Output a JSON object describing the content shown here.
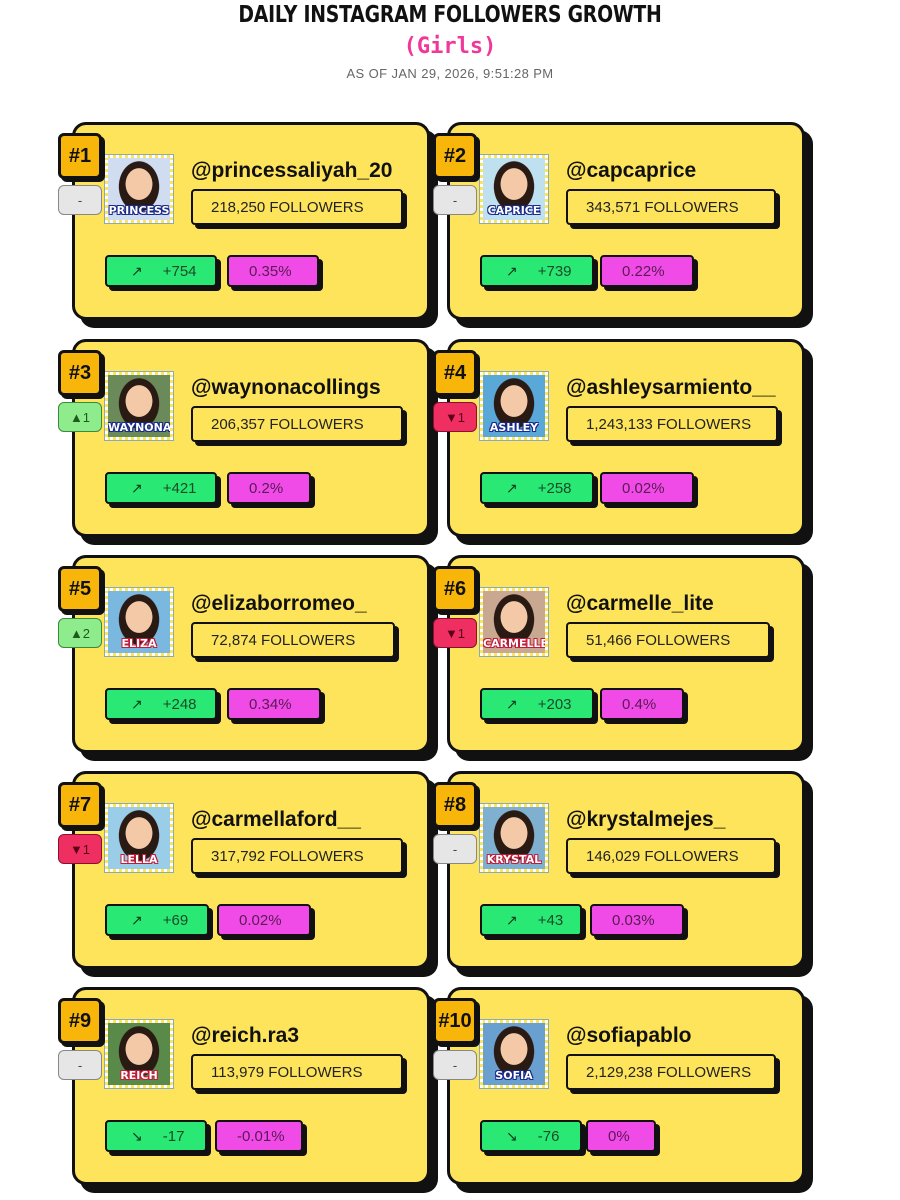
{
  "header": {
    "title": "DAILY INSTAGRAM FOLLOWERS GROWTH",
    "subtitle": "(Girls)",
    "as_of": "AS OF JAN 29, 2026, 9:51:28 PM"
  },
  "cards": [
    {
      "rank": "#1",
      "change": "-",
      "change_type": "none",
      "handle": "@princessaliyah_20",
      "followers": "218,250 FOLLOWERS",
      "gain": "+754",
      "trend_icon": "trending-up-icon",
      "trend_glyph": "↗",
      "pct": "0.35%",
      "avatar_label": "PRINCESS",
      "avatar_color": "#d0dcef"
    },
    {
      "rank": "#2",
      "change": "-",
      "change_type": "none",
      "handle": "@capcaprice",
      "followers": "343,571 FOLLOWERS",
      "gain": "+739",
      "trend_icon": "trending-up-icon",
      "trend_glyph": "↗",
      "pct": "0.22%",
      "avatar_label": "CAPRICE",
      "avatar_color": "#bfe0ee"
    },
    {
      "rank": "#3",
      "change": "▲1",
      "change_type": "up",
      "handle": "@waynonacollings",
      "followers": "206,357 FOLLOWERS",
      "gain": "+421",
      "trend_icon": "trending-up-icon",
      "trend_glyph": "↗",
      "pct": "0.2%",
      "avatar_label": "WAYNONA",
      "avatar_color": "#6b8a5a"
    },
    {
      "rank": "#4",
      "change": "▼1",
      "change_type": "down",
      "handle": "@ashleysarmiento__",
      "followers": "1,243,133 FOLLOWERS",
      "gain": "+258",
      "trend_icon": "trending-up-icon",
      "trend_glyph": "↗",
      "pct": "0.02%",
      "avatar_label": "ASHLEY",
      "avatar_color": "#5aa8d8"
    },
    {
      "rank": "#5",
      "change": "▲2",
      "change_type": "up",
      "handle": "@elizaborromeo_",
      "followers": "72,874 FOLLOWERS",
      "gain": "+248",
      "trend_icon": "trending-up-icon",
      "trend_glyph": "↗",
      "pct": "0.34%",
      "avatar_label": "ELIZA",
      "avatar_color": "#7ab8e0"
    },
    {
      "rank": "#6",
      "change": "▼1",
      "change_type": "down",
      "handle": "@carmelle_lite",
      "followers": "51,466 FOLLOWERS",
      "gain": "+203",
      "trend_icon": "trending-up-icon",
      "trend_glyph": "↗",
      "pct": "0.4%",
      "avatar_label": "CARMELLE",
      "avatar_color": "#c8a890"
    },
    {
      "rank": "#7",
      "change": "▼1",
      "change_type": "down",
      "handle": "@carmellaford__",
      "followers": "317,792 FOLLOWERS",
      "gain": "+69",
      "trend_icon": "trending-up-icon",
      "trend_glyph": "↗",
      "pct": "0.02%",
      "avatar_label": "LELLA",
      "avatar_color": "#9acde8"
    },
    {
      "rank": "#8",
      "change": "-",
      "change_type": "none",
      "handle": "@krystalmejes_",
      "followers": "146,029 FOLLOWERS",
      "gain": "+43",
      "trend_icon": "trending-up-icon",
      "trend_glyph": "↗",
      "pct": "0.03%",
      "avatar_label": "KRYSTAL",
      "avatar_color": "#7fb0d0"
    },
    {
      "rank": "#9",
      "change": "-",
      "change_type": "none",
      "handle": "@reich.ra3",
      "followers": "113,979 FOLLOWERS",
      "gain": "-17",
      "trend_icon": "trending-down-icon",
      "trend_glyph": "↘",
      "pct": "-0.01%",
      "avatar_label": "REICH",
      "avatar_color": "#5a8a4a"
    },
    {
      "rank": "#10",
      "change": "-",
      "change_type": "none",
      "handle": "@sofiapablo",
      "followers": "2,129,238 FOLLOWERS",
      "gain": "-76",
      "trend_icon": "trending-down-icon",
      "trend_glyph": "↘",
      "pct": "0%",
      "avatar_label": "SOFIA",
      "avatar_color": "#6aa0cf"
    }
  ]
}
